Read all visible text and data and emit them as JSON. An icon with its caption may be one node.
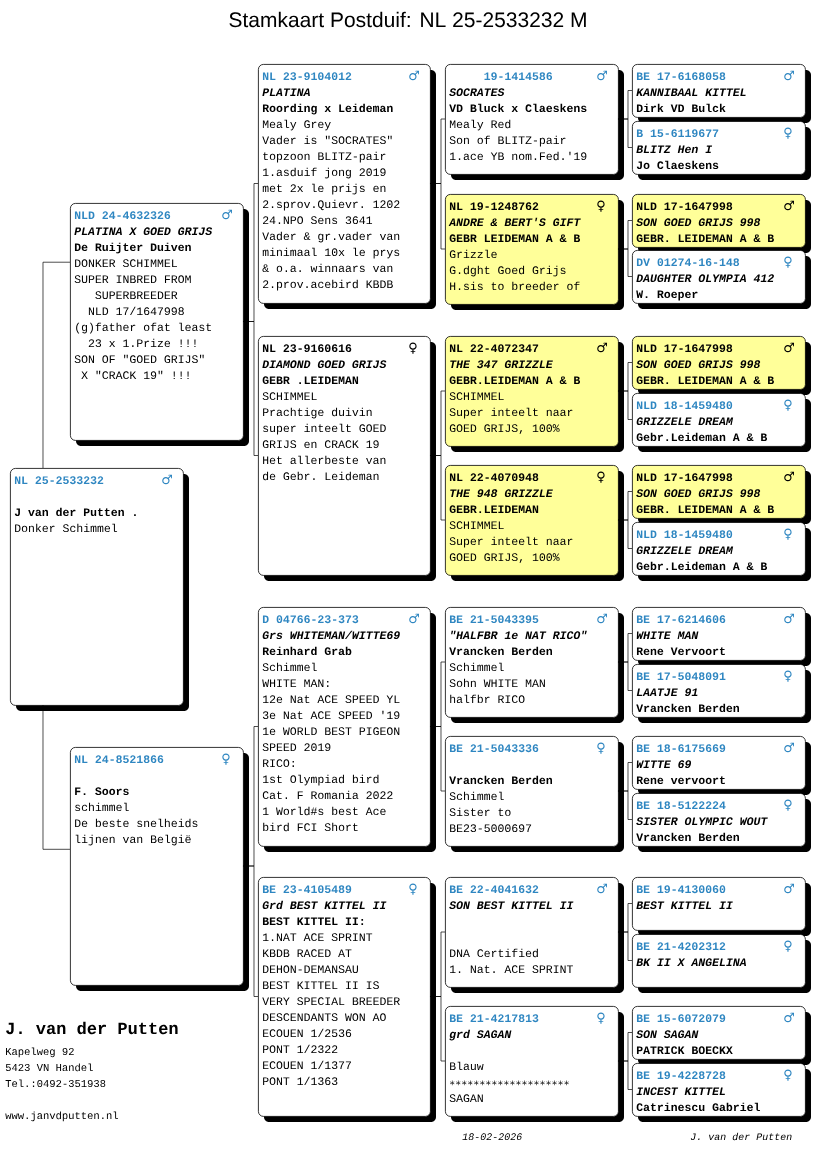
{
  "diagram": {
    "title": "Stamkaart Postduif: NL 25-2533232 M",
    "nodes": [
      {
        "text": [
          "NL 25-2533232",
          "♂",
          "J van der Putten .",
          "Donker Schimmel"
        ]
      },
      {
        "text": [
          "NLD 24-4632326",
          "♂",
          "PLATINA X GOED GRIJS",
          "De Ruijter Duiven",
          "DONKER SCHIMMEL",
          "SUPER INBRED FROM",
          "SUPERBREEDER",
          "NLD 17/1647998",
          "(g)father ofat least",
          "23 x 1.Prize !!!",
          "SON OF \"GOED GRIJS\"",
          "X \"CRACK 19\" !!!"
        ]
      },
      {
        "text": [
          "NL 24-8521866",
          "♀",
          "F. Soors",
          "schimmel",
          "De beste snelheids",
          "lijnen van België"
        ]
      },
      {
        "text": [
          "NL 23-9104012",
          "♂",
          "PLATINA",
          "Roording x Leideman",
          "Mealy Grey",
          "Vader is \"SOCRATES\"",
          "topzoon BLITZ-pair",
          "1.asduif jong 2019",
          "met 2x le prijs en",
          "2.sprov.Quievr. 1202",
          "24.NPO Sens 3641",
          "Vader & gr.vader van",
          "minimaal 10x le prys",
          "& o.a. winnaars van",
          "2.prov.acebird KBDB"
        ]
      },
      {
        "text": [
          "NL 23-9160616",
          "♀",
          "DIAMOND GOED GRIJS",
          "GEBR .LEIDEMAN",
          "SCHIMMEL",
          "Prachtige duivin",
          "super inteelt GOED",
          "GRIJS en CRACK 19",
          "Het allerbeste van",
          "de Gebr. Leideman"
        ]
      },
      {
        "text": [
          "D 04766-23-373",
          "♂",
          "Grs WHITEMAN/WITTE69",
          "Reinhard Grab",
          "Schimmel",
          "WHITE MAN:",
          "12e Nat ACE SPEED YL",
          "3e Nat ACE SPEED '19",
          "1e WORLD BEST PIGEON",
          "SPEED 2019",
          "RICO:",
          "1st Olympiad bird",
          "Cat. F Romania 2022",
          "1 World#s best Ace",
          "bird FCI Short"
        ]
      },
      {
        "text": [
          "BE 23-4105489",
          "♀",
          "Grd BEST KITTEL II",
          "BEST KITTEL II:",
          "1.NAT ACE SPRINT",
          "KBDB RACED AT",
          "DEHON-DEMANSAU",
          "BEST KITTEL II IS",
          "VERY SPECIAL BREEDER",
          "DESCENDANTS WON AO",
          "ECOUEN 1/2536",
          "PONT 1/2322",
          "ECOUEN 1/1377",
          "PONT 1/1363"
        ]
      },
      {
        "text": [
          "19-1414586",
          "♂",
          "SOCRATES",
          "VD Bluck x Claeskens",
          "Mealy Red",
          "Son of BLITZ-pair",
          "1.ace YB nom.Fed.'19"
        ]
      },
      {
        "text": [
          "NL 19-1248762",
          "♀",
          "ANDRE & BERT'S GIFT",
          "GEBR LEIDEMAN A & B",
          "Grizzle",
          "G.dght Goed Grijs",
          "H.sis to breeder of"
        ]
      },
      {
        "text": [
          "NL 22-4072347",
          "♂",
          "THE 347 GRIZZLE",
          "GEBR.LEIDEMAN A & B",
          "SCHIMMEL",
          "Super inteelt naar",
          "GOED GRIJS, 100%"
        ]
      },
      {
        "text": [
          "NL 22-4070948",
          "♀",
          "THE 948 GRIZZLE",
          "GEBR.LEIDEMAN",
          "SCHIMMEL",
          "Super inteelt naar",
          "GOED GRIJS, 100%"
        ]
      },
      {
        "text": [
          "BE 21-5043395",
          "♂",
          "\"HALFBR 1e NAT RICO\"",
          "Vrancken Berden",
          "Schimmel",
          "Sohn WHITE MAN",
          "halfbr RICO"
        ]
      },
      {
        "text": [
          "BE 21-5043336",
          "♀",
          "Vrancken Berden",
          "Schimmel",
          "Sister to",
          "BE23-5000697"
        ]
      },
      {
        "text": [
          "BE 22-4041632",
          "♂",
          "SON BEST KITTEL II",
          "DNA Certified",
          "1. Nat. ACE SPRINT"
        ]
      },
      {
        "text": [
          "BE 21-4217813",
          "♀",
          "grd SAGAN",
          "Blauw",
          "∗∗∗∗∗∗∗∗∗∗∗∗∗∗∗∗∗∗∗∗",
          "SAGAN"
        ]
      },
      {
        "text": [
          "BE 17-6168058",
          "♂",
          "KANNIBAAL KITTEL",
          "Dirk VD Bulck"
        ]
      },
      {
        "text": [
          "B 15-6119677",
          "♀",
          "BLITZ Hen I",
          "Jo Claeskens"
        ]
      },
      {
        "text": [
          "NLD 17-1647998",
          "♂",
          "SON GOED GRIJS 998",
          "GEBR. LEIDEMAN A & B"
        ]
      },
      {
        "text": [
          "DV 01274-16-148",
          "♀",
          "DAUGHTER OLYMPIA 412",
          "W. Roeper"
        ]
      },
      {
        "text": [
          "NLD 17-1647998",
          "♂",
          "SON GOED GRIJS 998",
          "GEBR. LEIDEMAN A & B"
        ]
      },
      {
        "text": [
          "NLD 18-1459480",
          "♀",
          "GRIZZELE DREAM",
          "Gebr.Leideman A & B"
        ]
      },
      {
        "text": [
          "NLD 17-1647998",
          "♂",
          "SON GOED GRIJS 998",
          "GEBR. LEIDEMAN A & B"
        ]
      },
      {
        "text": [
          "NLD 18-1459480",
          "♀",
          "GRIZZELE DREAM",
          "Gebr.Leideman A & B"
        ]
      },
      {
        "text": [
          "BE 17-6214606",
          "♂",
          "WHITE MAN",
          "Rene Vervoort"
        ]
      },
      {
        "text": [
          "BE 17-5048091",
          "♀",
          "LAATJE 91",
          "Vrancken Berden"
        ]
      },
      {
        "text": [
          "BE 18-6175669",
          "♂",
          "WITTE 69",
          "Rene vervoort"
        ]
      },
      {
        "text": [
          "BE 18-5122224",
          "♀",
          "SISTER OLYMPIC WOUT",
          "Vrancken Berden"
        ]
      },
      {
        "text": [
          "BE 19-4130060",
          "♂",
          "BEST KITTEL II"
        ]
      },
      {
        "text": [
          "BE 21-4202312",
          "♀",
          "BK II X ANGELINA"
        ]
      },
      {
        "text": [
          "BE 15-6072079",
          "♂",
          "SON SAGAN",
          "PATRICK BOECKX"
        ]
      },
      {
        "text": [
          "BE 19-4228728",
          "♀",
          "INCEST KITTEL",
          "Catrinescu Gabriel"
        ]
      }
    ],
    "edges": [
      {
        "from": 0,
        "to": 1,
        "arrow": "none"
      },
      {
        "from": 0,
        "to": 2,
        "arrow": "none"
      },
      {
        "from": 1,
        "to": 3,
        "arrow": "none"
      },
      {
        "from": 1,
        "to": 4,
        "arrow": "none"
      },
      {
        "from": 2,
        "to": 5,
        "arrow": "none"
      },
      {
        "from": 2,
        "to": 6,
        "arrow": "none"
      },
      {
        "from": 3,
        "to": 7,
        "arrow": "none"
      },
      {
        "from": 3,
        "to": 8,
        "arrow": "none"
      },
      {
        "from": 4,
        "to": 9,
        "arrow": "none"
      },
      {
        "from": 4,
        "to": 10,
        "arrow": "none"
      },
      {
        "from": 5,
        "to": 11,
        "arrow": "none"
      },
      {
        "from": 5,
        "to": 12,
        "arrow": "none"
      },
      {
        "from": 6,
        "to": 13,
        "arrow": "none"
      },
      {
        "from": 6,
        "to": 14,
        "arrow": "none"
      },
      {
        "from": 7,
        "to": 15,
        "arrow": "none"
      },
      {
        "from": 7,
        "to": 16,
        "arrow": "none"
      },
      {
        "from": 8,
        "to": 17,
        "arrow": "none"
      },
      {
        "from": 8,
        "to": 18,
        "arrow": "none"
      },
      {
        "from": 9,
        "to": 19,
        "arrow": "none"
      },
      {
        "from": 9,
        "to": 20,
        "arrow": "none"
      },
      {
        "from": 10,
        "to": 21,
        "arrow": "none"
      },
      {
        "from": 10,
        "to": 22,
        "arrow": "none"
      },
      {
        "from": 11,
        "to": 23,
        "arrow": "none"
      },
      {
        "from": 11,
        "to": 24,
        "arrow": "none"
      },
      {
        "from": 12,
        "to": 25,
        "arrow": "none"
      },
      {
        "from": 12,
        "to": 26,
        "arrow": "none"
      },
      {
        "from": 13,
        "to": 27,
        "arrow": "none"
      },
      {
        "from": 13,
        "to": 28,
        "arrow": "none"
      },
      {
        "from": 14,
        "to": 29,
        "arrow": "none"
      },
      {
        "from": 14,
        "to": 30,
        "arrow": "none"
      }
    ],
    "labels": [
      "J. van der Putten",
      "Kapelweg 92",
      "5423 VN Handel",
      "Tel.:0492-351938",
      "www.janvdputten.nl",
      "18-02-2026",
      "J. van der Putten"
    ]
  }
}
